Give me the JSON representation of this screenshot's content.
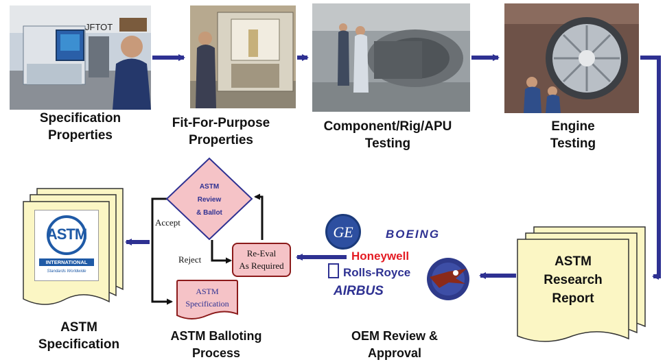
{
  "stages": {
    "spec": {
      "line1": "Specification",
      "line2": "Properties",
      "photo_label": "JFTOT"
    },
    "ffp": {
      "line1": "Fit-For-Purpose",
      "line2": "Properties"
    },
    "rig": {
      "line1": "Component/Rig/APU",
      "line2": "Testing"
    },
    "engine": {
      "line1": "Engine",
      "line2": "Testing"
    }
  },
  "research_report": {
    "line1": "ASTM",
    "line2": "Research",
    "line3": "Report"
  },
  "oem": {
    "line1": "OEM Review &",
    "line2": "Approval",
    "logos": {
      "ge": "GE",
      "boeing": "BOEING",
      "honeywell": "Honeywell",
      "rolls_royce": "Rolls-Royce",
      "airbus": "AIRBUS"
    }
  },
  "balloting": {
    "diamond": {
      "line1": "ASTM",
      "line2": "Review",
      "line3": "& Ballot"
    },
    "accept": "Accept",
    "reject": "Reject",
    "reeval": {
      "line1": "Re-Eval",
      "line2": "As Required"
    },
    "spec_box": {
      "line1": "ASTM",
      "line2": "Specification"
    },
    "caption": {
      "line1": "ASTM Balloting",
      "line2": "Process"
    }
  },
  "astm_spec": {
    "logo": {
      "big": "ASTM",
      "band": "INTERNATIONAL",
      "tagline": "Standards Worldwide"
    },
    "line1": "ASTM",
    "line2": "Specification"
  },
  "colors": {
    "arrow": "#2e3192",
    "note": "#fbf6c4",
    "pink": "#f5c3c7",
    "diamond_text": "#2e3192"
  }
}
